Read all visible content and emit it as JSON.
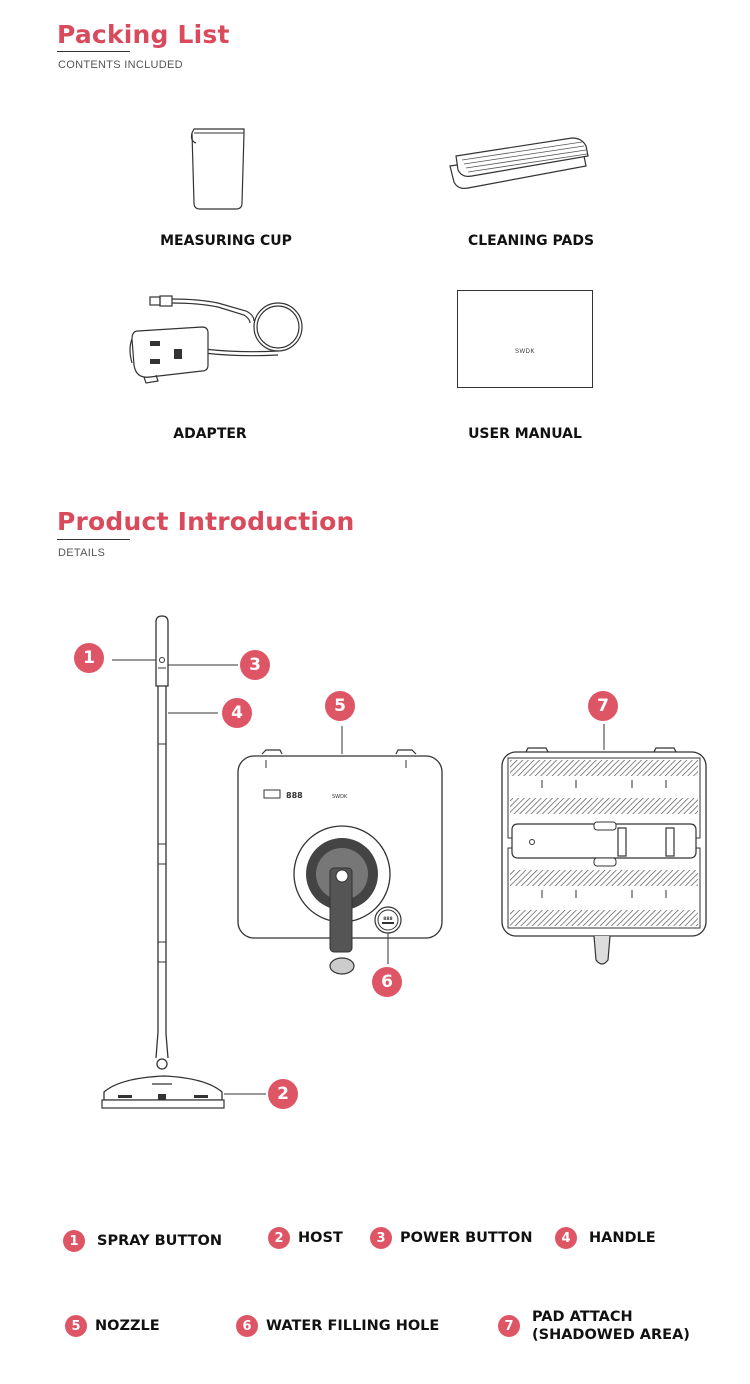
{
  "packing": {
    "title": "Packing List",
    "subtitle": "CONTENTS INCLUDED",
    "items": [
      {
        "label": "MEASURING CUP"
      },
      {
        "label": "CLEANING PADS"
      },
      {
        "label": "ADAPTER"
      },
      {
        "label": "USER MANUAL"
      }
    ],
    "manual_brand": "SWDK"
  },
  "intro": {
    "title": "Product Introduction",
    "subtitle": "DETAILS",
    "callouts": [
      "1",
      "2",
      "3",
      "4",
      "5",
      "6",
      "7"
    ],
    "host_display": "888",
    "host_brand": "SWDK",
    "host_fill_label": "888"
  },
  "legend": [
    {
      "num": "1",
      "label": "SPRAY BUTTON"
    },
    {
      "num": "2",
      "label": "HOST"
    },
    {
      "num": "3",
      "label": "POWER BUTTON"
    },
    {
      "num": "4",
      "label": "HANDLE"
    },
    {
      "num": "5",
      "label": "NOZZLE"
    },
    {
      "num": "6",
      "label": "WATER FILLING HOLE"
    },
    {
      "num": "7",
      "label": "PAD ATTACH (SHADOWED AREA)"
    }
  ],
  "colors": {
    "accent": "#d84a5c",
    "badge": "#de5566",
    "line": "#333333"
  }
}
